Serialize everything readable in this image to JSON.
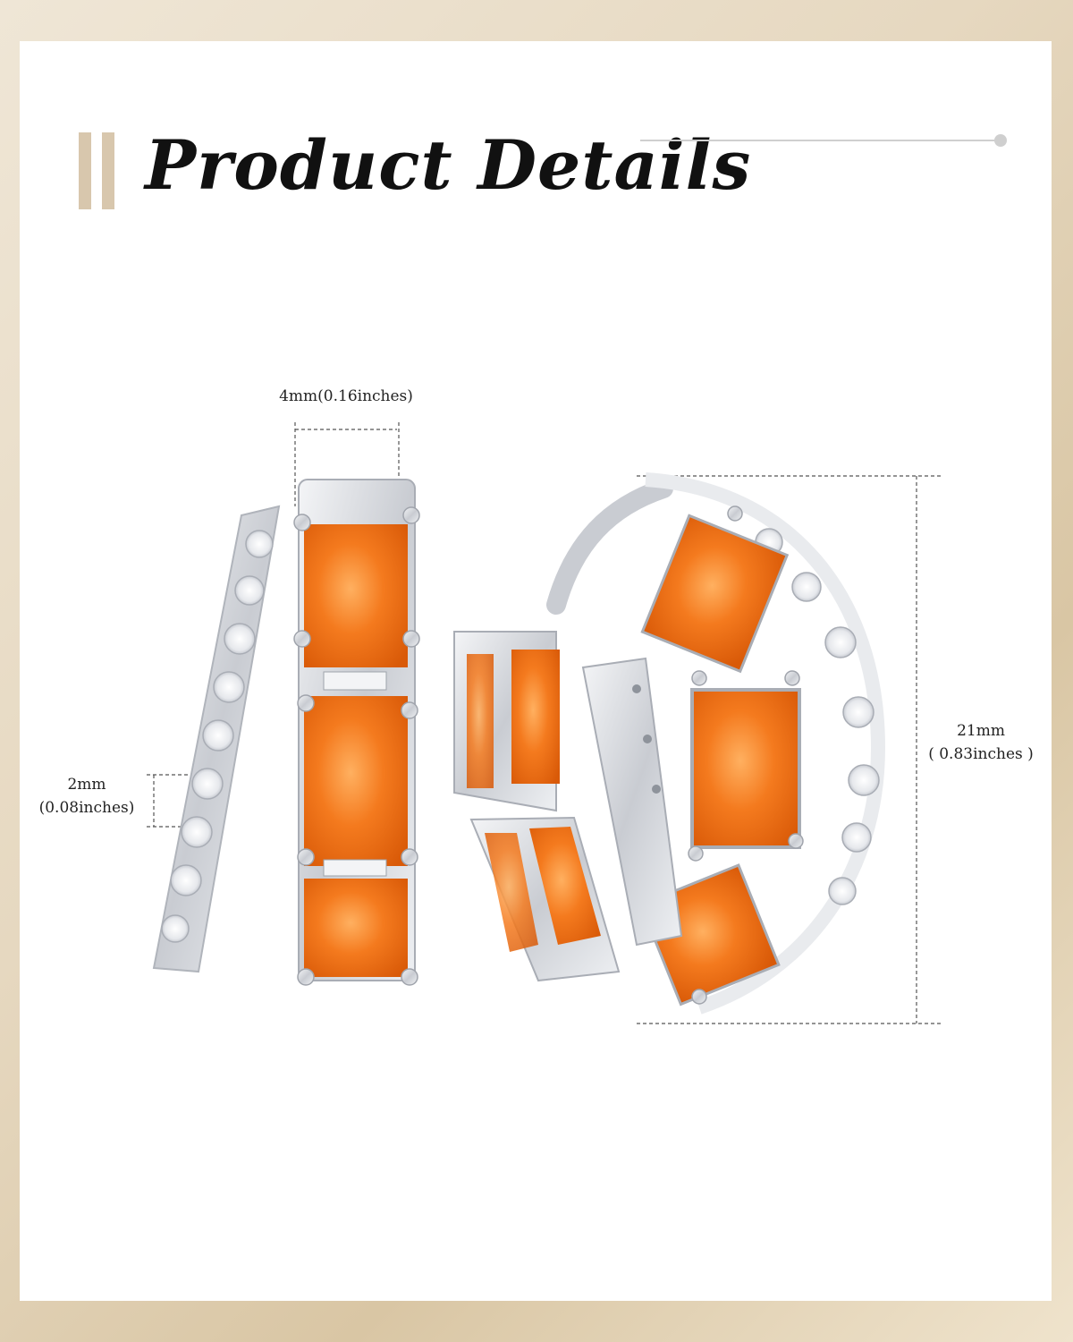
{
  "title": "Product Details",
  "dimensions": {
    "stone_width": "4mm(0.16inches)",
    "band_width_mm": "2mm",
    "band_width_in": "(0.08inches)",
    "hoop_height_mm": "21mm",
    "hoop_height_in": "( 0.83inches )"
  },
  "colors": {
    "accent": "#d8c7ad",
    "stone": "#f07a22",
    "metal": "#d9dce1",
    "background": "#e6d8c0"
  }
}
